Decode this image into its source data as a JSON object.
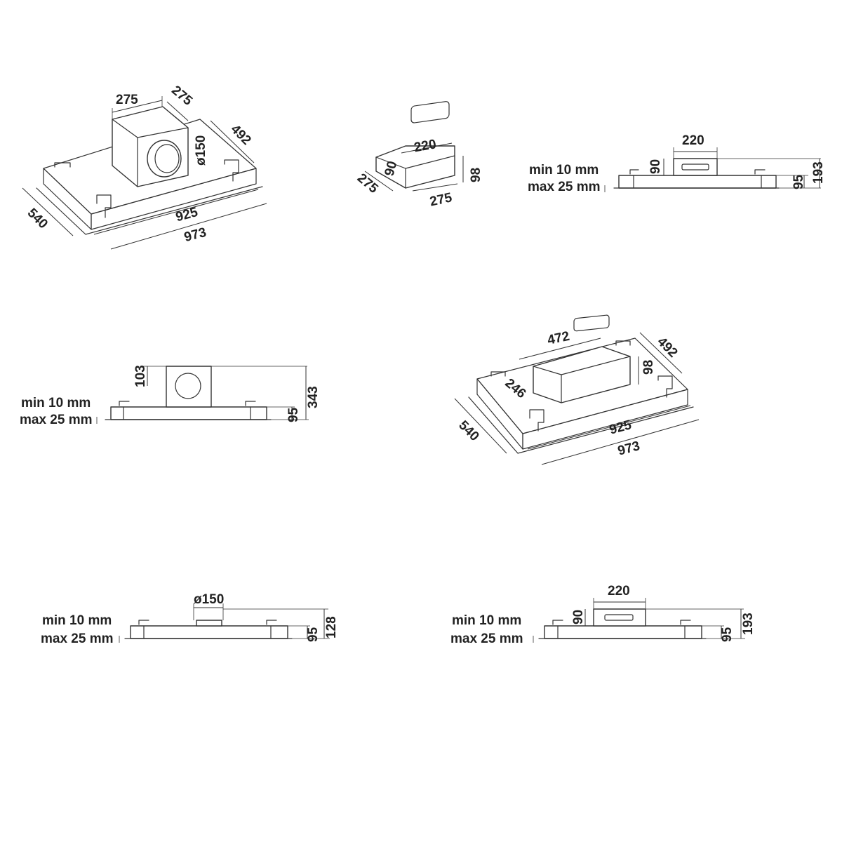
{
  "drawings": {
    "hood_duct_back": {
      "dims": {
        "box_w": "275",
        "box_d": "275",
        "diameter": "ø150",
        "depth_inner": "492",
        "depth_outer": "540",
        "width_inner": "925",
        "width_outer": "973"
      }
    },
    "duct_adapter": {
      "dims": {
        "w": "220",
        "h": "90",
        "d": "275",
        "h_outer": "98",
        "len": "275"
      }
    },
    "side_rect_duct": {
      "labels": {
        "min": "min 10 mm",
        "max": "max 25 mm"
      },
      "dims": {
        "w": "220",
        "h": "90",
        "body": "95",
        "total": "193"
      }
    },
    "side_round_duct_back": {
      "labels": {
        "min": "min 10 mm",
        "max": "max 25 mm"
      },
      "dims": {
        "h": "103",
        "body": "95",
        "total": "343"
      }
    },
    "hood_duct_front": {
      "dims": {
        "len": "472",
        "depth_inner": "492",
        "h": "98",
        "d": "246",
        "depth_outer": "540",
        "width_inner": "925",
        "width_outer": "973"
      }
    },
    "side_round_top": {
      "labels": {
        "min": "min 10 mm",
        "max": "max 25 mm"
      },
      "dims": {
        "diameter": "ø150",
        "body": "95",
        "total": "128"
      }
    },
    "side_rect_top": {
      "labels": {
        "min": "min 10 mm",
        "max": "max 25 mm"
      },
      "dims": {
        "w": "220",
        "h": "90",
        "body": "95",
        "total": "193"
      }
    }
  }
}
